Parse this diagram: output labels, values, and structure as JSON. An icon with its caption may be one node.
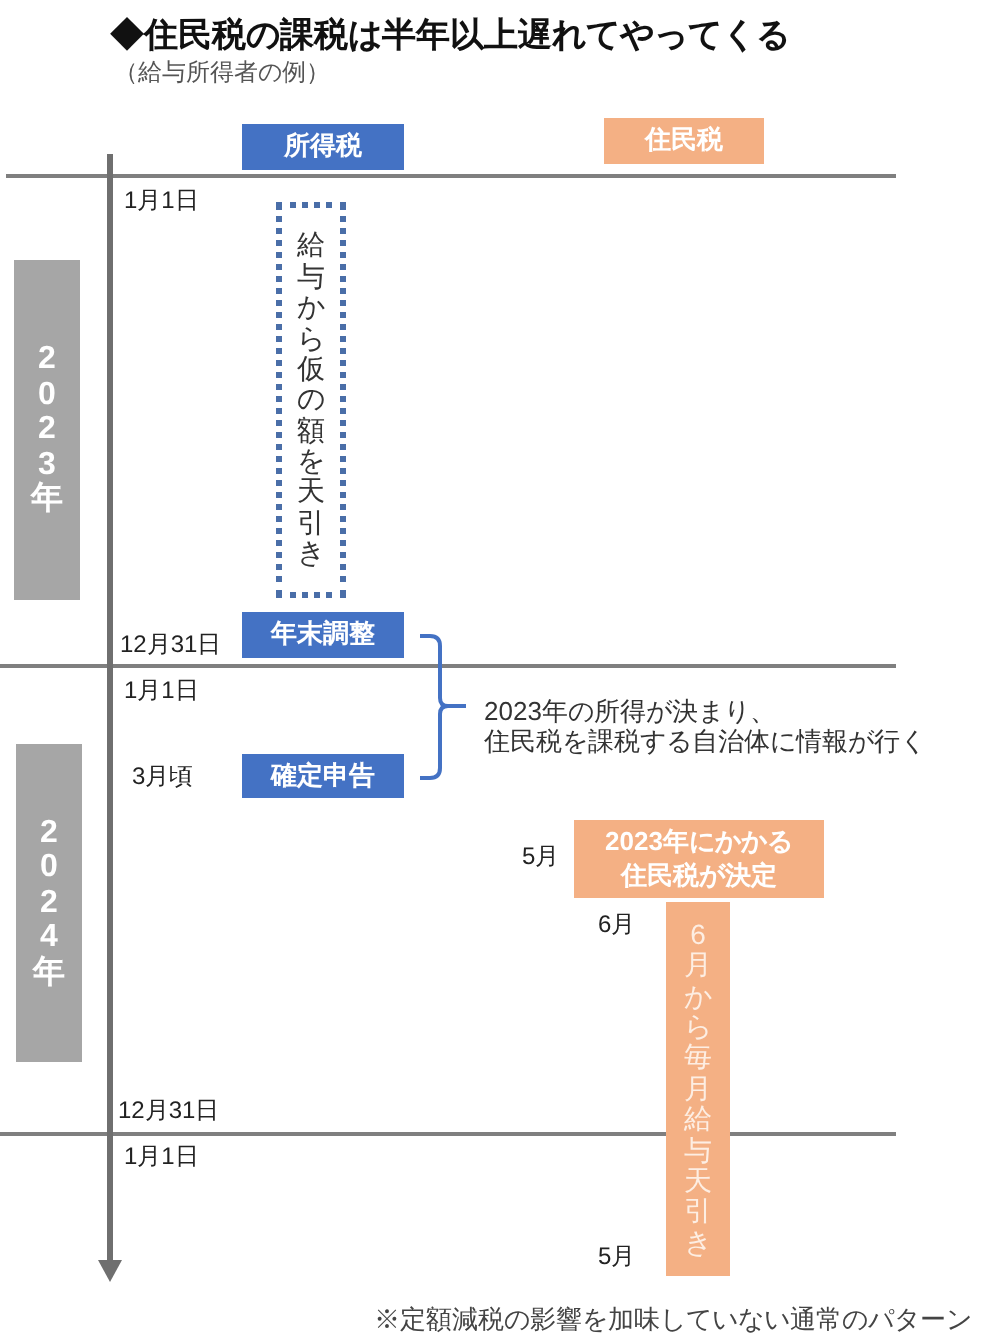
{
  "diagram": {
    "title": "◆住民税の課税は半年以上遅れてやってくる",
    "nodes": [
      {
        "text": [
          "所得税"
        ]
      },
      {
        "text": [
          "住民税"
        ]
      },
      {
        "text": [
          "2023年"
        ]
      },
      {
        "text": [
          "給与から仮の額を天引き"
        ]
      },
      {
        "text": [
          "年末調整"
        ]
      },
      {
        "text": [
          "確定申告"
        ]
      },
      {
        "text": [
          "2024年"
        ]
      },
      {
        "text": [
          "2023年にかかる住民税が決定"
        ],
        "beside": [
          "5月"
        ]
      },
      {
        "text": [
          "6月から毎月給与天引き"
        ],
        "beside": [
          "5月"
        ]
      }
    ],
    "labels": [
      "（給与所得者の例）",
      "1月1日",
      "12月31日",
      "1月1日",
      "2023年の所得が決まり、住民税を課税する自治体に情報が行く",
      "3月頃",
      "6月",
      "12月31日",
      "1月1日",
      "※定額減税の影響を加味していない通常のパターン"
    ]
  }
}
